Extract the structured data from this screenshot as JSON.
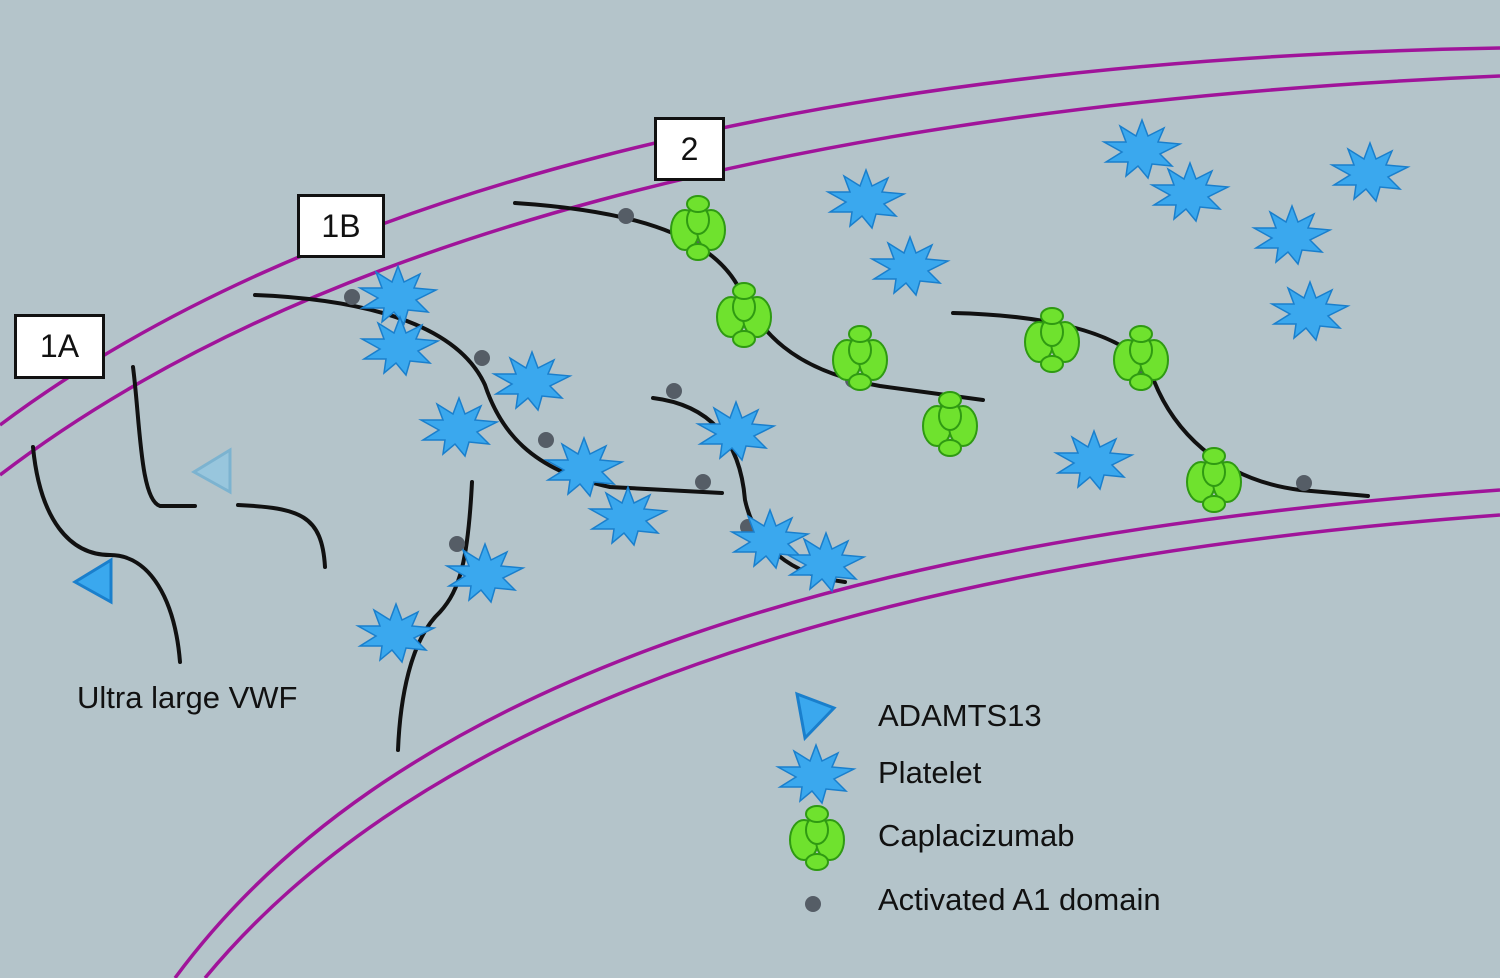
{
  "labels": {
    "step_1a": "1A",
    "step_1b": "1B",
    "step_2": "2",
    "ultra_large_vwf": "Ultra large VWF"
  },
  "legend": {
    "adamts13": "ADAMTS13",
    "platelet": "Platelet",
    "caplacizumab": "Caplacizumab",
    "a1_domain": "Activated A1 domain"
  },
  "colors": {
    "background": "#b4c4ca",
    "vessel_wall": "#a0149a",
    "platelet": "#3aa8ee",
    "adamts13": "#3aa8ee",
    "caplacizumab": "#6fe22e",
    "a1_domain": "#555d66",
    "vwf_strand": "#111111"
  }
}
